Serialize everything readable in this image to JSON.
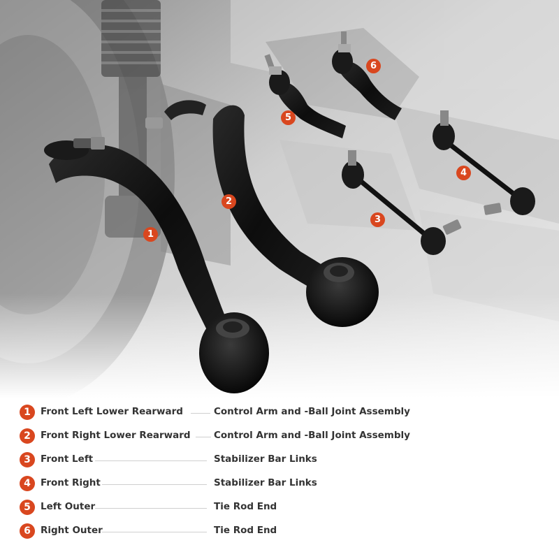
{
  "legend": {
    "items": [
      {
        "number": "1",
        "location": "Front Left Lower Rearward",
        "part": "Control Arm and -Ball Joint Assembly"
      },
      {
        "number": "2",
        "location": "Front Right Lower Rearward",
        "part": "Control Arm and -Ball Joint Assembly"
      },
      {
        "number": "3",
        "location": "Front Left",
        "part": "Stabilizer Bar Links"
      },
      {
        "number": "4",
        "location": "Front Right",
        "part": "Stabilizer Bar Links"
      },
      {
        "number": "5",
        "location": "Left Outer",
        "part": "Tie Rod End"
      },
      {
        "number": "6",
        "location": "Right Outer",
        "part": "Tie Rod End"
      }
    ]
  },
  "photo": {
    "badges": [
      "1",
      "2",
      "3",
      "4",
      "5",
      "6"
    ],
    "badge_color": "#d9471f",
    "parts_color": "#111111",
    "background_tone": "grayscale"
  }
}
